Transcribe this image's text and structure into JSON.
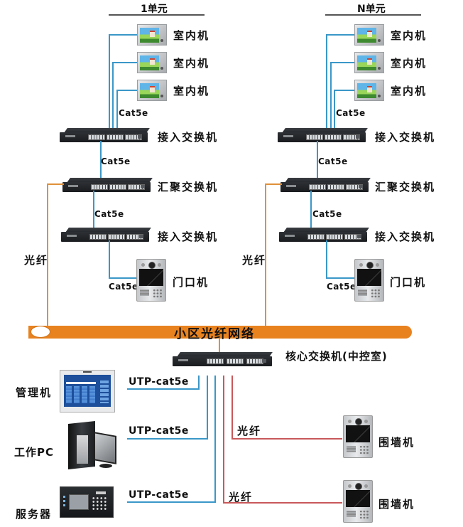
{
  "diagram": {
    "type": "building intercom network topology",
    "colors": {
      "cat5e_line": "#3a97c8",
      "fiber_line_unit": "#e0913a",
      "fiber_line_perimeter": "#c8585a",
      "fiber_ring": "#e8821f"
    },
    "units": [
      {
        "title": "1单元",
        "indoor_units": [
          "室内机",
          "室内机",
          "室内机"
        ],
        "indoor_link": "Cat5e",
        "access_switch_top": "接入交换机",
        "uplink_link": "Cat5e",
        "aggregation_switch": "汇聚交换机",
        "downlink_link": "Cat5e",
        "access_switch_bottom": "接入交换机",
        "door_unit": "门口机",
        "door_link": "Cat5e",
        "fiber_label": "光纤"
      },
      {
        "title": "N单元",
        "indoor_units": [
          "室内机",
          "室内机",
          "室内机"
        ],
        "indoor_link": "Cat5e",
        "access_switch_top": "接入交换机",
        "uplink_link": "Cat5e",
        "aggregation_switch": "汇聚交换机",
        "downlink_link": "Cat5e",
        "access_switch_bottom": "接入交换机",
        "door_unit": "门口机",
        "door_link": "Cat5e",
        "fiber_label": "光纤"
      }
    ],
    "fiber_ring": "小区光纤网络",
    "core_switch": "核心交换机(中控室)",
    "clients": [
      {
        "name": "管理机",
        "link": "UTP-cat5e"
      },
      {
        "name": "工作PC",
        "link": "UTP-cat5e"
      },
      {
        "name": "服务器",
        "link": "UTP-cat5e"
      }
    ],
    "perimeter": [
      {
        "name": "围墙机",
        "link": "光纤"
      },
      {
        "name": "围墙机",
        "link": "光纤"
      }
    ]
  }
}
